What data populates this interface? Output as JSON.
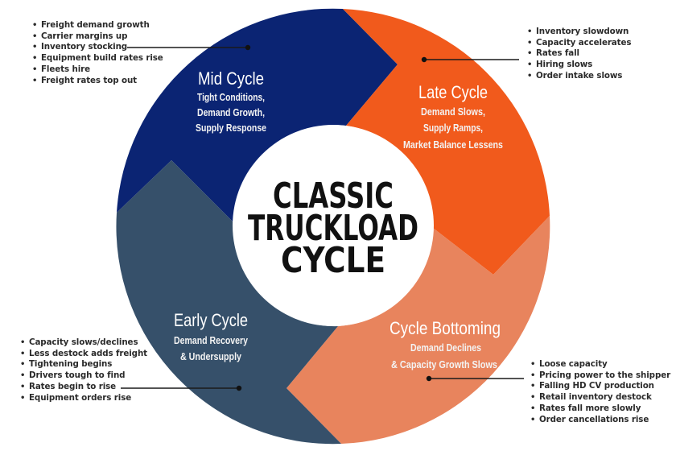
{
  "title": {
    "lines": [
      "CLASSIC",
      "TRUCKLOAD",
      "CYCLE"
    ]
  },
  "colors": {
    "mid": "#0b2473",
    "late": "#f15a1c",
    "bottoming": "#e8845d",
    "early": "#36506a",
    "center": "#ffffff",
    "connector": "#1a1a1a",
    "text": "#2b2b2b"
  },
  "phases": {
    "mid": {
      "name": "Mid Cycle",
      "subtitle": [
        "Tight Conditions,",
        "Demand Growth,",
        "Supply Response"
      ],
      "bullets": [
        "Freight demand growth",
        "Carrier margins up",
        "Inventory stocking",
        "Equipment build rates rise",
        "Fleets hire",
        "Freight rates top out"
      ]
    },
    "late": {
      "name": "Late Cycle",
      "subtitle": [
        "Demand Slows,",
        "Supply Ramps,",
        "Market Balance Lessens"
      ],
      "bullets": [
        "Inventory slowdown",
        "Capacity accelerates",
        "Rates fall",
        "Hiring slows",
        "Order intake slows"
      ]
    },
    "bottoming": {
      "name": "Cycle Bottoming",
      "subtitle": [
        "Demand Declines",
        "& Capacity Growth Slows"
      ],
      "bullets": [
        "Loose capacity",
        "Pricing power to the shipper",
        "Falling HD CV production",
        "Retail inventory destock",
        "Rates fall more slowly",
        "Order cancellations rise"
      ]
    },
    "early": {
      "name": "Early Cycle",
      "subtitle": [
        "Demand Recovery",
        "& Undersupply"
      ],
      "bullets": [
        "Capacity slows/declines",
        "Less destock adds freight",
        "Tightening begins",
        "Drivers tough to find",
        "Rates begin to rise",
        "Equipment orders rise"
      ]
    }
  }
}
